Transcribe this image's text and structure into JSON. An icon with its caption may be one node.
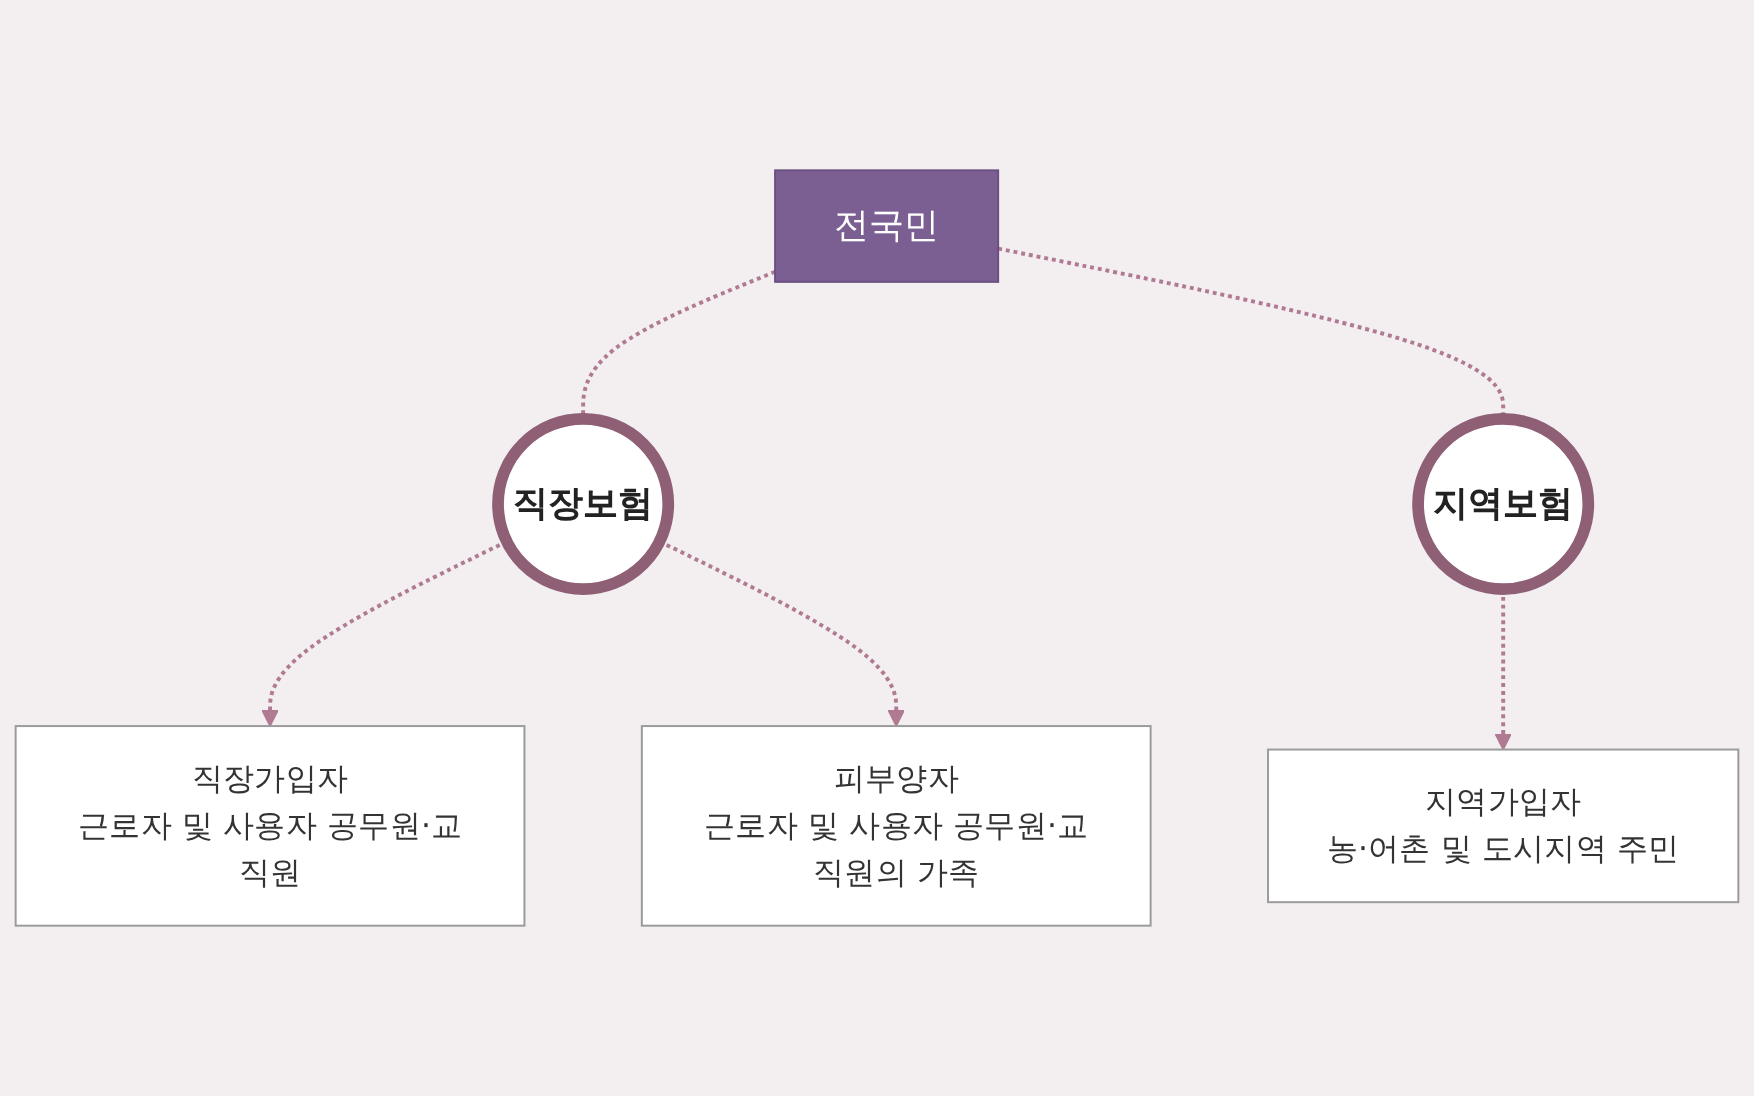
{
  "diagram": {
    "nodes": [
      {
        "text": [
          "전국민"
        ]
      },
      {
        "text": [
          "직장보험"
        ]
      },
      {
        "text": [
          "지역보험"
        ]
      },
      {
        "text": [
          "직장가입자",
          "근로자 및 사용자 공무원·교직원"
        ]
      },
      {
        "text": [
          "피부양자",
          "근로자 및 사용자 공무원·교직원의 가족"
        ]
      },
      {
        "text": [
          "지역가입자",
          "농·어촌 및 도시지역 주민"
        ]
      }
    ],
    "edges": [
      {
        "from": 0,
        "to": 1,
        "arrow": "none",
        "style": "dashed"
      },
      {
        "from": 0,
        "to": 2,
        "arrow": "none",
        "style": "dashed"
      },
      {
        "from": 1,
        "to": 3,
        "arrow": "to",
        "style": "dashed"
      },
      {
        "from": 1,
        "to": 4,
        "arrow": "to",
        "style": "dashed"
      },
      {
        "from": 2,
        "to": 5,
        "arrow": "to",
        "style": "dashed"
      }
    ]
  }
}
